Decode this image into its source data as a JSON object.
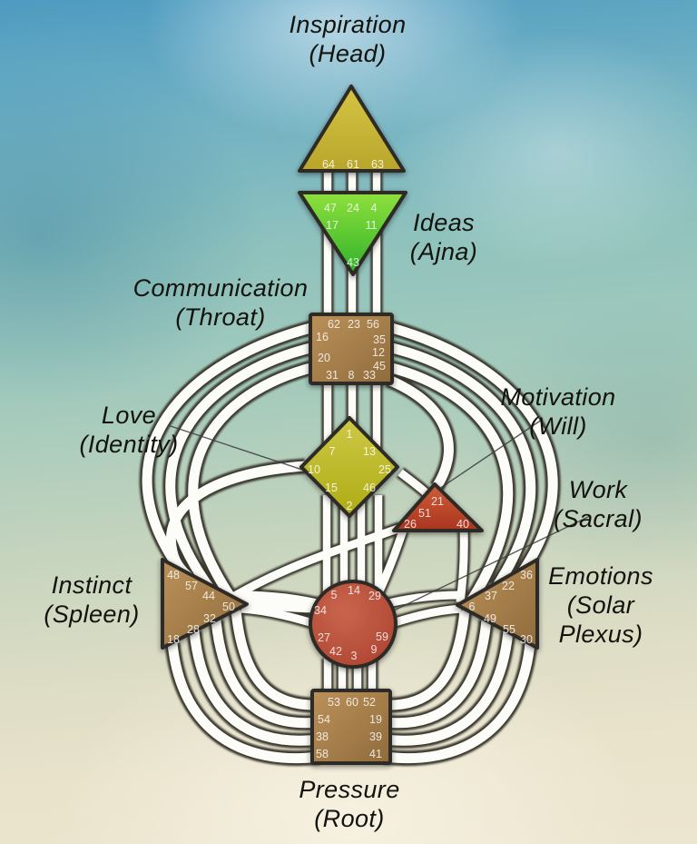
{
  "title": "Human Design Body Graph",
  "labels": {
    "head": {
      "line1": "Inspiration",
      "line2": "(Head)"
    },
    "ajna": {
      "line1": "Ideas",
      "line2": "(Ajna)"
    },
    "throat": {
      "line1": "Communication",
      "line2": "(Throat)"
    },
    "identity": {
      "line1": "Love",
      "line2": "(Identity)"
    },
    "will": {
      "line1": "Motivation",
      "line2": "(Will)"
    },
    "sacral": {
      "line1": "Work",
      "line2": "(Sacral)"
    },
    "spleen": {
      "line1": "Instinct",
      "line2": "(Spleen)"
    },
    "solar_plexus": {
      "line1": "Emotions",
      "line2": "(Solar",
      "line3": "Plexus)"
    },
    "root": {
      "line1": "Pressure",
      "line2": "(Root)"
    }
  },
  "gates": {
    "head": [
      "64",
      "61",
      "63"
    ],
    "ajna": [
      "47",
      "24",
      "4",
      "17",
      "11",
      "43"
    ],
    "throat": [
      "62",
      "23",
      "56",
      "16",
      "35",
      "20",
      "12",
      "45",
      "31",
      "8",
      "33"
    ],
    "identity": [
      "1",
      "7",
      "13",
      "10",
      "25",
      "15",
      "46",
      "2"
    ],
    "will": [
      "21",
      "51",
      "26",
      "40"
    ],
    "sacral": [
      "5",
      "14",
      "29",
      "34",
      "27",
      "59",
      "42",
      "3",
      "9"
    ],
    "spleen": [
      "48",
      "57",
      "44",
      "50",
      "32",
      "28",
      "18"
    ],
    "solar_plexus": [
      "36",
      "22",
      "37",
      "6",
      "49",
      "55",
      "30"
    ],
    "root": [
      "53",
      "60",
      "52",
      "54",
      "19",
      "38",
      "39",
      "58",
      "41"
    ]
  },
  "colors": {
    "head_center": "#c7b63a",
    "ajna_center": "#4fc431",
    "throat_center": "#a9824e",
    "identity_center": "#bdb92c",
    "will_center": "#c0492e",
    "sacral_center": "#c05641",
    "spleen_center": "#a9824e",
    "solar_plexus_center": "#a9824e",
    "root_center": "#a9824e",
    "channel": "#fcfcf8",
    "outline": "#2d2c25",
    "label_text": "#13130d",
    "gate_text": "#ffffff",
    "background_top": "#4d9bc1",
    "background_middle": "#9cc7bd",
    "background_bottom": "#ece5cf"
  }
}
